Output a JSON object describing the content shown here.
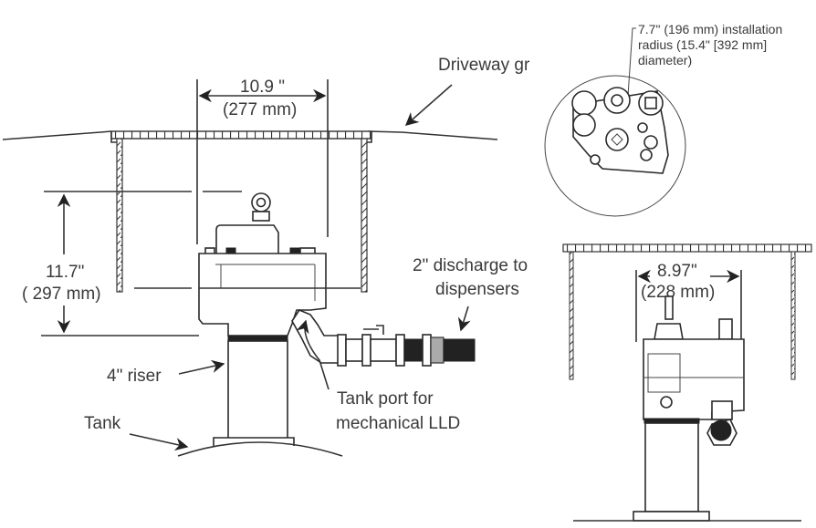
{
  "left_view": {
    "width_dim": {
      "inches": "10.9 \"",
      "mm": "(277 mm)"
    },
    "height_dim": {
      "inches": "11.7\"",
      "mm": "( 297 mm)"
    },
    "labels": {
      "driveway": "Driveway gr",
      "discharge_line1": "2\" discharge to",
      "discharge_line2": "dispensers",
      "riser": "4\" riser",
      "tank": "Tank",
      "tank_port_line1": "Tank port for",
      "tank_port_line2": "mechanical LLD"
    }
  },
  "top_view": {
    "label_line1": "7.7\" (196 mm) installation",
    "label_line2": "radius (15.4\" [392 mm]",
    "label_line3": "diameter)"
  },
  "right_view": {
    "width_dim": {
      "inches": "8.97\"",
      "mm": "(228 mm)"
    }
  }
}
